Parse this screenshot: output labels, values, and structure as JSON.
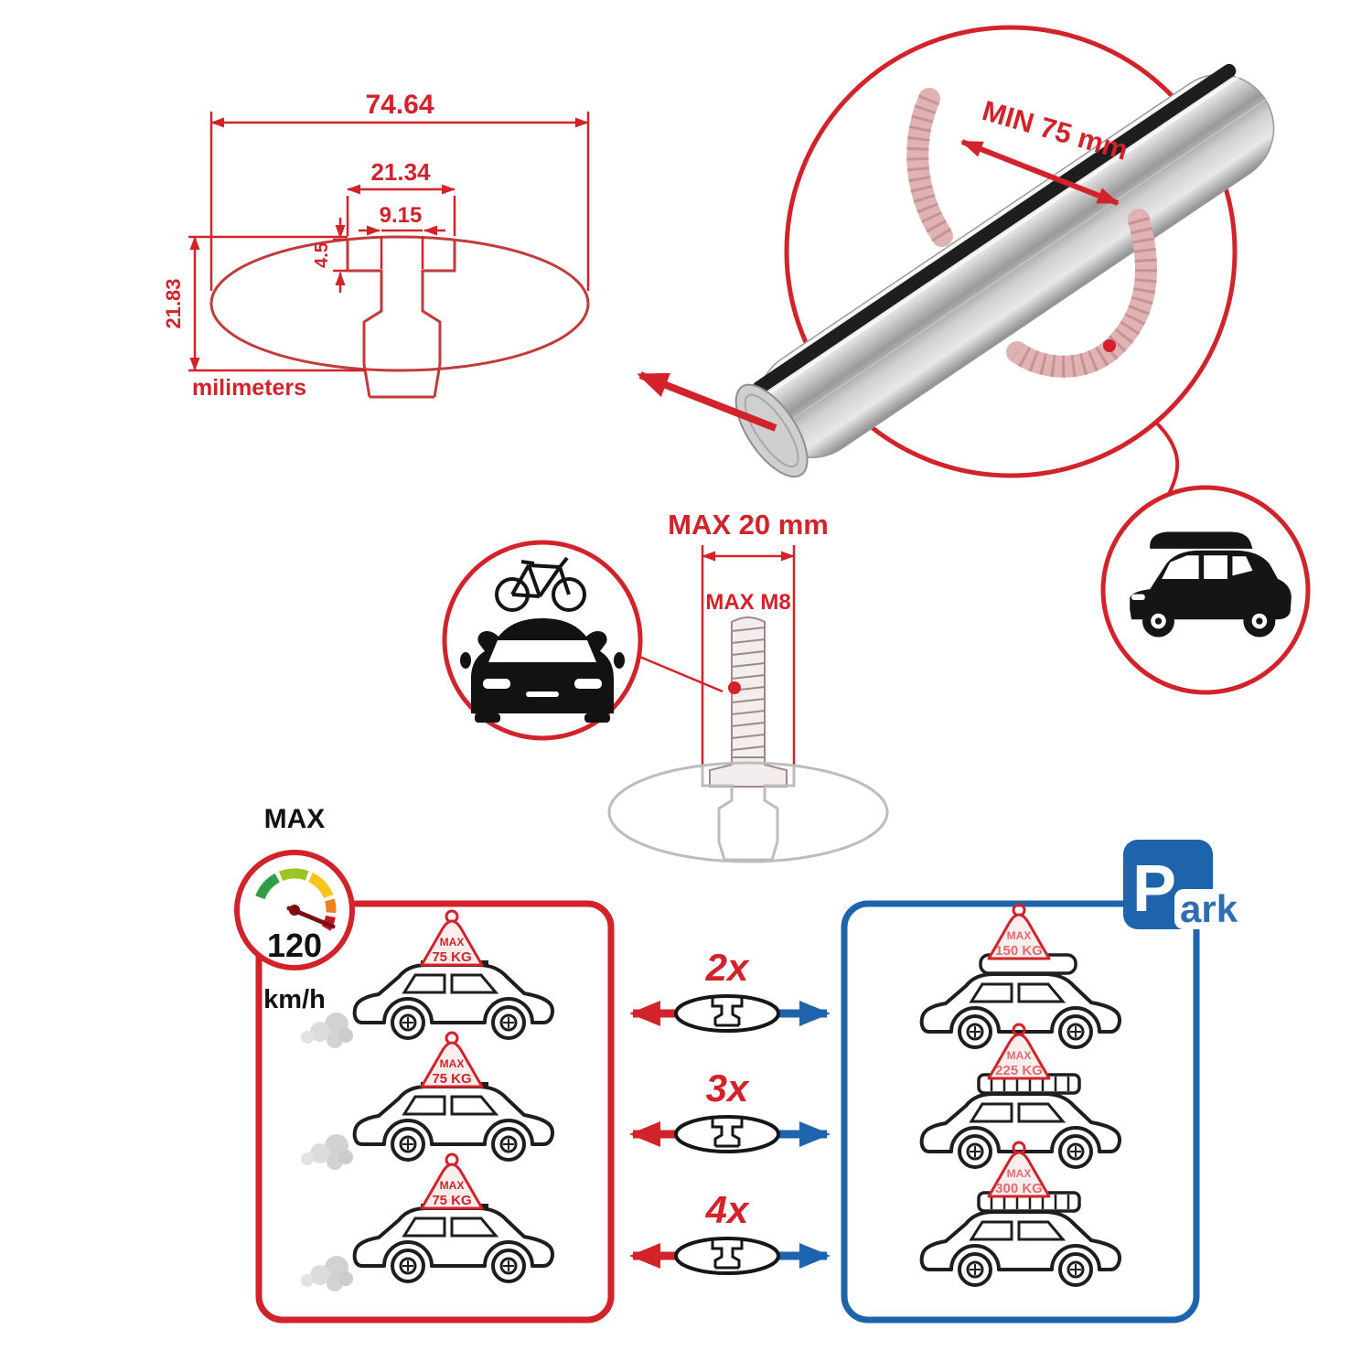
{
  "colors": {
    "red": "#d2232a",
    "blue": "#1d64ad",
    "black": "#111111",
    "silver": "#c0c0c0",
    "pink_strap": "#dfb3b3",
    "gray_profile": "#bdbdbd"
  },
  "cross_section": {
    "width_outer": "74.64",
    "slot_outer": "21.34",
    "slot_inner": "9.15",
    "lip_depth": "4.5",
    "height": "21.83",
    "units": "milimeters"
  },
  "bar": {
    "min_clamp_span": "MIN 75 mm"
  },
  "bolt": {
    "max_depth": "MAX 20 mm",
    "max_thread": "MAX M8"
  },
  "speed_limit": {
    "label": "MAX",
    "value": "120",
    "units": "km/h"
  },
  "park_sign": {
    "letter": "P",
    "suffix": "ark"
  },
  "bar_quantities": [
    {
      "label": "2x"
    },
    {
      "label": "3x"
    },
    {
      "label": "4x"
    }
  ],
  "driving_cars": [
    {
      "sign_title": "MAX",
      "sign_load": "75 KG"
    },
    {
      "sign_title": "MAX",
      "sign_load": "75 KG"
    },
    {
      "sign_title": "MAX",
      "sign_load": "75 KG"
    }
  ],
  "parked_cars": [
    {
      "sign_title": "MAX",
      "sign_load": "150 KG"
    },
    {
      "sign_title": "MAX",
      "sign_load": "225 KG"
    },
    {
      "sign_title": "MAX",
      "sign_load": "300 KG"
    }
  ]
}
